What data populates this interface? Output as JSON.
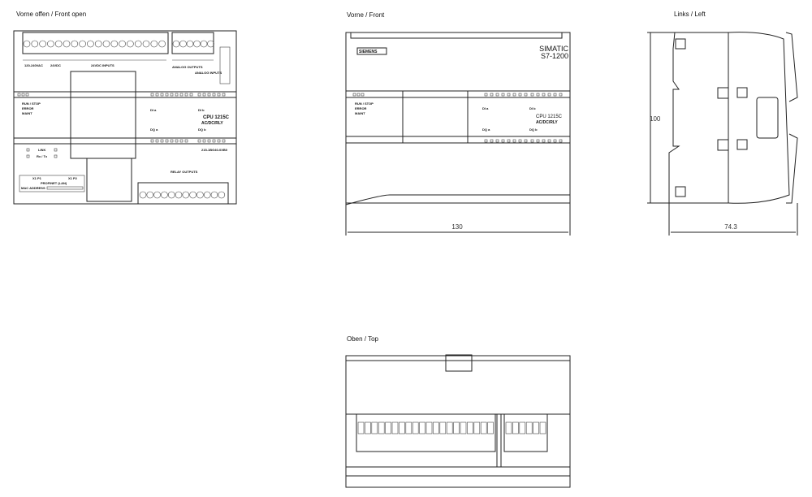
{
  "views": {
    "front_open": {
      "title": "Vorne offen / Front open"
    },
    "front": {
      "title": "Vorne / Front"
    },
    "left": {
      "title": "Links / Left"
    },
    "top": {
      "title": "Oben / Top"
    }
  },
  "dimensions": {
    "width": "130",
    "height": "100",
    "depth": "74.3"
  },
  "device": {
    "brand": "SIEMENS",
    "series_line1": "SIMATIC",
    "series_line2": "S7-1200",
    "model": "CPU 1215C",
    "variant": "AC/DC/RLY",
    "order_number": "215-1BG40-0XB0",
    "status_labels": [
      "RUN / STOP",
      "ERROR",
      "MAINT"
    ],
    "power_label": "120-240VAC",
    "sensor_supply": "24VDC",
    "inputs_label": "24VDC INPUTS",
    "analog_outputs": "ANALOG OUTPUTS",
    "analog_inputs": "ANALOG INPUTS",
    "relay_outputs": "RELAY OUTPUTS",
    "di_a": "DI a",
    "di_b": "DI b",
    "dq_a": "DQ a",
    "dq_b": "DQ b",
    "link": "LINK",
    "rxtx": "Rx / Tx",
    "port1": "X1 P1",
    "port2": "X1 P2",
    "profinet": "PROFINET (LAN)",
    "mac": "MAC ADDRESS"
  }
}
